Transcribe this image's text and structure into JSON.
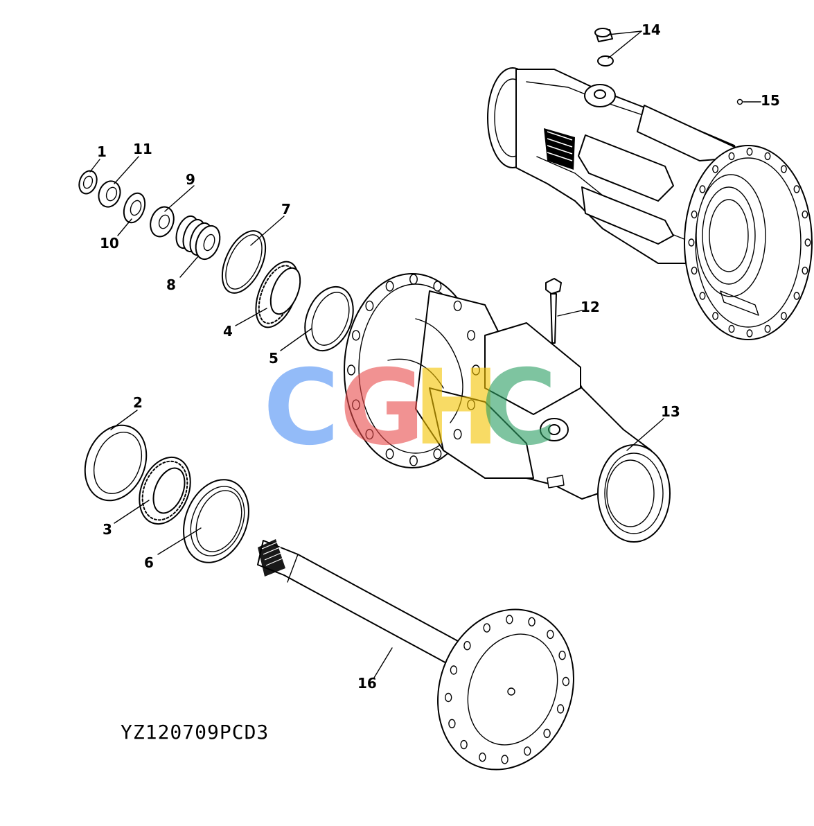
{
  "diagram": {
    "drawing_code": "YZ120709PCD3",
    "watermark": {
      "letters": [
        "C",
        "G",
        "H",
        "C"
      ],
      "colors": [
        "#4d8ef5",
        "#e84a4a",
        "#f5c400",
        "#2a9d62"
      ]
    },
    "callouts": [
      {
        "id": "callout-1",
        "label": "1"
      },
      {
        "id": "callout-2",
        "label": "2"
      },
      {
        "id": "callout-3",
        "label": "3"
      },
      {
        "id": "callout-4",
        "label": "4"
      },
      {
        "id": "callout-5",
        "label": "5"
      },
      {
        "id": "callout-6",
        "label": "6"
      },
      {
        "id": "callout-7",
        "label": "7"
      },
      {
        "id": "callout-8",
        "label": "8"
      },
      {
        "id": "callout-9",
        "label": "9"
      },
      {
        "id": "callout-10",
        "label": "10"
      },
      {
        "id": "callout-11",
        "label": "11"
      },
      {
        "id": "callout-12",
        "label": "12"
      },
      {
        "id": "callout-13",
        "label": "13"
      },
      {
        "id": "callout-14",
        "label": "14"
      },
      {
        "id": "callout-15",
        "label": "15"
      },
      {
        "id": "callout-16",
        "label": "16"
      }
    ]
  }
}
